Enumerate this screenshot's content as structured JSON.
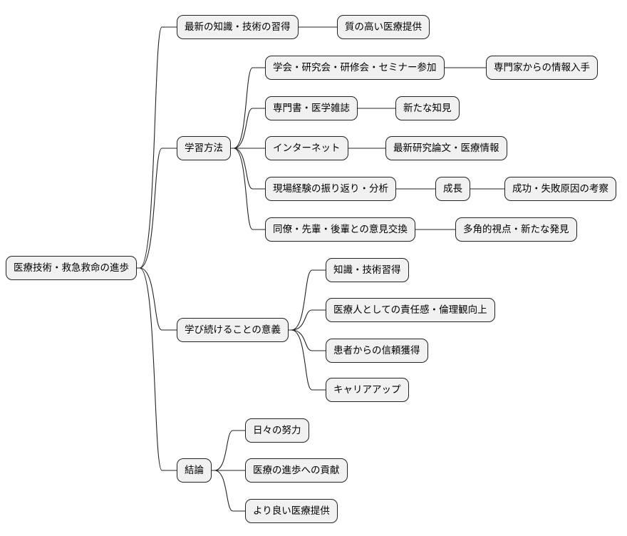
{
  "mindmap": {
    "root": "医療技術・救急救命の進歩",
    "branch_latest": "最新の知識・技術の習得",
    "leaf_quality": "質の高い医療提供",
    "branch_methods": "学習方法",
    "m_conference": "学会・研究会・研修会・セミナー参加",
    "m_conference_child": "専門家からの情報入手",
    "m_books": "専門書・医学雑誌",
    "m_books_child": "新たな知見",
    "m_internet": "インターネット",
    "m_internet_child": "最新研究論文・医療情報",
    "m_reflect": "現場経験の振り返り・分析",
    "m_reflect_child": "成長",
    "m_reflect_grandchild": "成功・失敗原因の考察",
    "m_exchange": "同僚・先輩・後輩との意見交換",
    "m_exchange_child": "多角的視点・新たな発見",
    "branch_meaning": "学び続けることの意義",
    "s_knowledge": "知識・技術習得",
    "s_responsibility": "医療人としての責任感・倫理観向上",
    "s_trust": "患者からの信頼獲得",
    "s_career": "キャリアアップ",
    "branch_conclusion": "結論",
    "c_effort": "日々の努力",
    "c_contribution": "医療の進歩への貢献",
    "c_better": "より良い医療提供"
  }
}
